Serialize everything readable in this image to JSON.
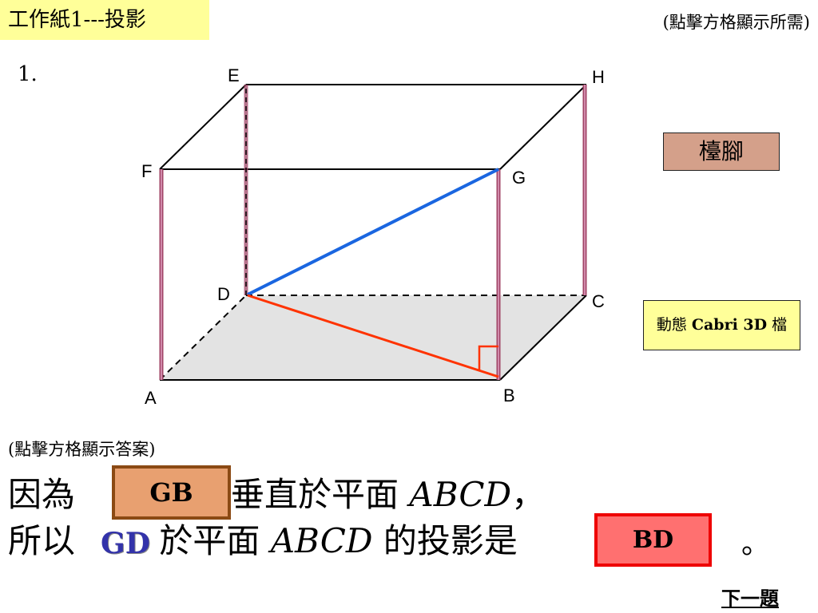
{
  "header": {
    "title": "工作紙1---投影",
    "hint": "(點擊方格顯示所需)"
  },
  "question": {
    "number": "1.",
    "vertices": [
      "A",
      "B",
      "C",
      "D",
      "E",
      "F",
      "G",
      "H"
    ]
  },
  "buttons": {
    "hint_label": "檯腳",
    "cabri_prefix": "動態 ",
    "cabri_bold": "Cabri 3D",
    "cabri_suffix": " 檔"
  },
  "answer": {
    "hint": "(點擊方格顯示答案)",
    "line1_prefix": "因為",
    "box1": "GB",
    "line1_mid": "垂直於平面 ",
    "plane": "ABCD",
    "line1_suffix": "，",
    "line2_prefix": "所以 ",
    "gd": "GD",
    "line2_mid": "於平面 ",
    "line2_mid2": " 的投影是",
    "box2": "BD",
    "period": "。"
  },
  "nav": {
    "next": "下一題"
  },
  "colors": {
    "title_bg": "#ffff99",
    "hint_btn_bg": "#d4a08a",
    "cabri_bg": "#ffff99",
    "ans1_bg": "#e8a070",
    "ans1_border": "#8b4a14",
    "ans2_bg": "#ff7070",
    "ans2_border": "#ee0000",
    "diagonal_gd": "#1a66e0",
    "segment_db": "#ff3300",
    "leg_color": "#a04466",
    "floor_fill": "#e3e3e3"
  }
}
